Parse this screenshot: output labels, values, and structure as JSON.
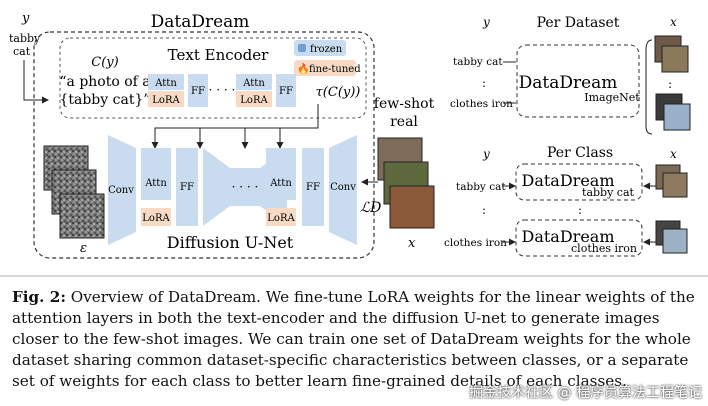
{
  "diagram": {
    "left_y_label": "y",
    "left_input": "tabby\ncat",
    "main_title": "DataDream",
    "text_encoder_title": "Text Encoder",
    "cy_label": "C(y)",
    "prompt_line1": "“a photo of a",
    "prompt_line2": "{tabby cat}”",
    "tau_label": "τ(C(y))",
    "legend_frozen": "frozen",
    "legend_finetuned": "fine-tuned",
    "attn": "Attn",
    "lora": "LoRA",
    "ff": "FF",
    "dots": "· · · ·",
    "conv": "Conv",
    "unet_title": "Diffusion U-Net",
    "epsilon": "ε",
    "fewshot_line1": "few-shot",
    "fewshot_line2": "real",
    "loss_label": "ℒD",
    "x_label": "x",
    "colors": {
      "frozen": "#c9dbef",
      "finetuned": "#f7d9c4",
      "border": "#333333"
    }
  },
  "per_dataset": {
    "title": "Per Dataset",
    "y_label": "y",
    "x_label": "x",
    "class_top": "tabby cat",
    "vdots": ":",
    "class_bottom": "clothes iron",
    "box_title": "DataDream",
    "box_sub": "ImageNet"
  },
  "per_class": {
    "title": "Per Class",
    "y_label": "y",
    "x_label": "x",
    "row1_label": "tabby cat",
    "row1_title": "DataDream",
    "row1_sub": "tabby cat",
    "vdots": ":",
    "row2_label": "clothes iron",
    "row2_title": "DataDream",
    "row2_sub": "clothes iron"
  },
  "caption": {
    "fig_label": "Fig. 2:",
    "text": "Overview of DataDream. We fine-tune LoRA weights for the linear weights of the attention layers in both the text-encoder and the diffusion U-net to generate images closer to the few-shot images. We can train one set of DataDream weights for the whole dataset sharing common dataset-specific characteristics between classes, or a separate set of weights for each class to better learn fine-grained details of each classes."
  },
  "watermark": "掘金技术社区 @ 程序员算法工程笔记"
}
